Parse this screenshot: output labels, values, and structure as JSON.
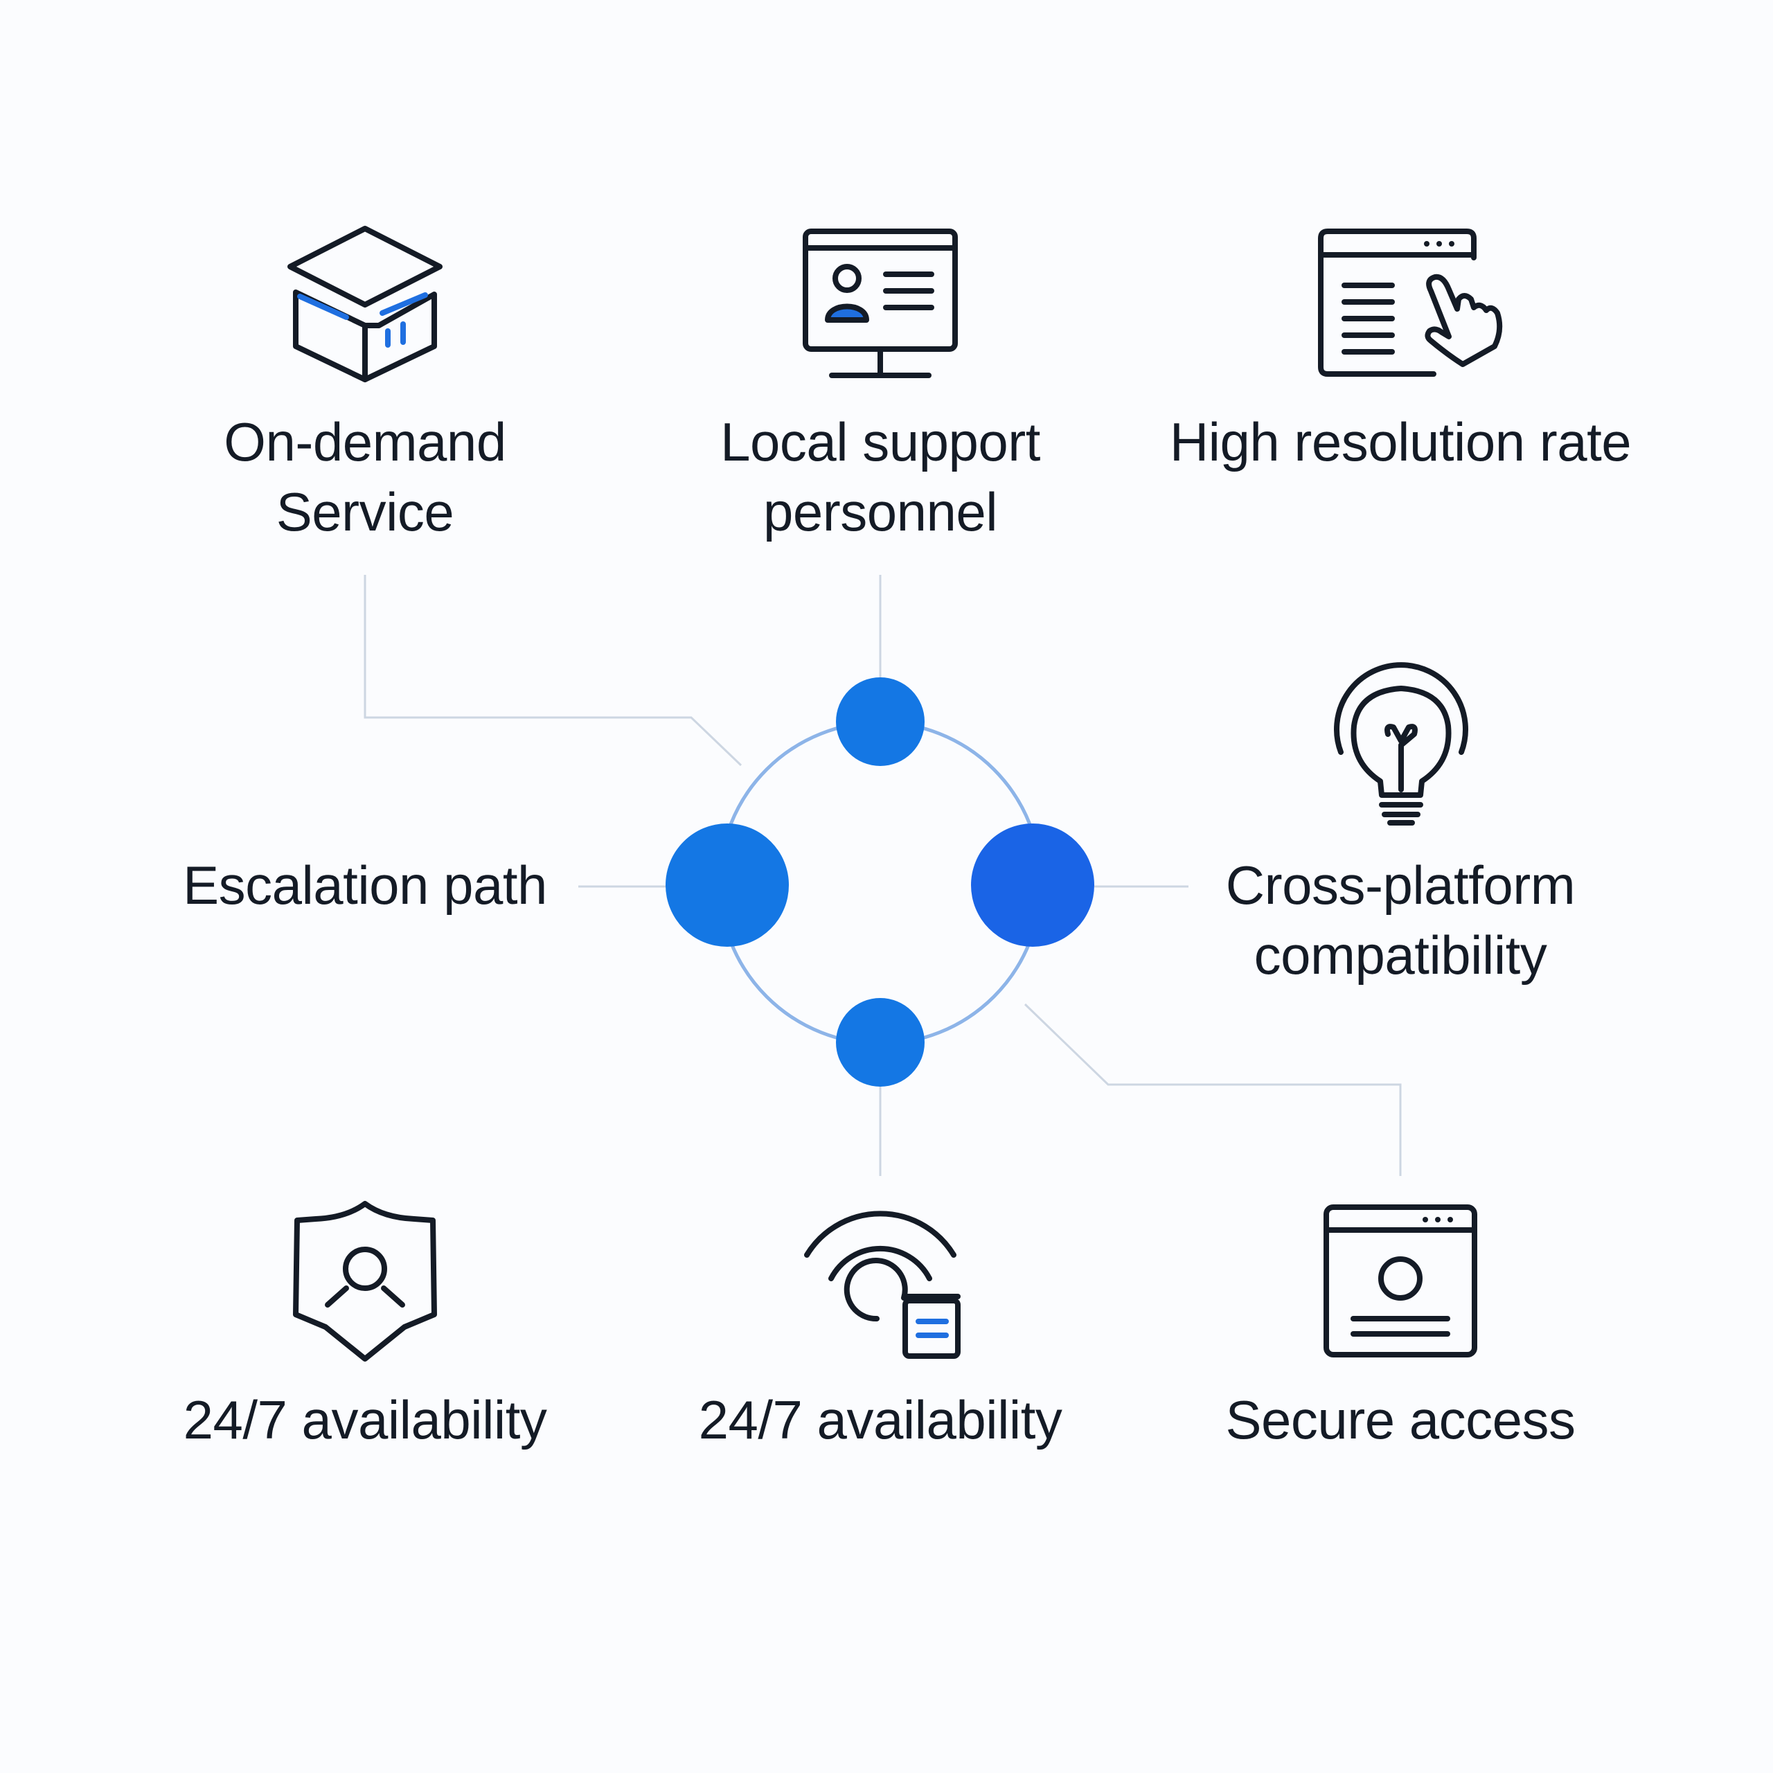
{
  "colors": {
    "background": "#fbfcfe",
    "icon_stroke": "#141b26",
    "accent_blue": "#1f6fe0",
    "node_blue": "#1477e4",
    "node_blue_right": "#1a64e6",
    "ring": "#8db4e8",
    "connector": "#cdd6e2",
    "label_text": "#141b26"
  },
  "features": {
    "on_demand": {
      "line1": "On-demand",
      "line2": "Service",
      "icon": "box-chart-icon"
    },
    "local_support": {
      "line1": "Local support",
      "line2": "personnel",
      "icon": "monitor-profile-icon"
    },
    "high_resolution": {
      "line1": "High resolution rate",
      "icon": "browser-click-icon"
    },
    "escalation": {
      "line1": "Escalation path"
    },
    "cross_platform": {
      "line1": "Cross-platform",
      "line2": "compatibility",
      "icon": "lightbulb-icon"
    },
    "availability_left": {
      "line1": "24/7 availability",
      "icon": "shield-user-icon"
    },
    "availability_mid": {
      "line1": "24/7 availability",
      "icon": "wifi-note-icon"
    },
    "secure_access": {
      "line1": "Secure access",
      "icon": "browser-profile-icon"
    }
  }
}
